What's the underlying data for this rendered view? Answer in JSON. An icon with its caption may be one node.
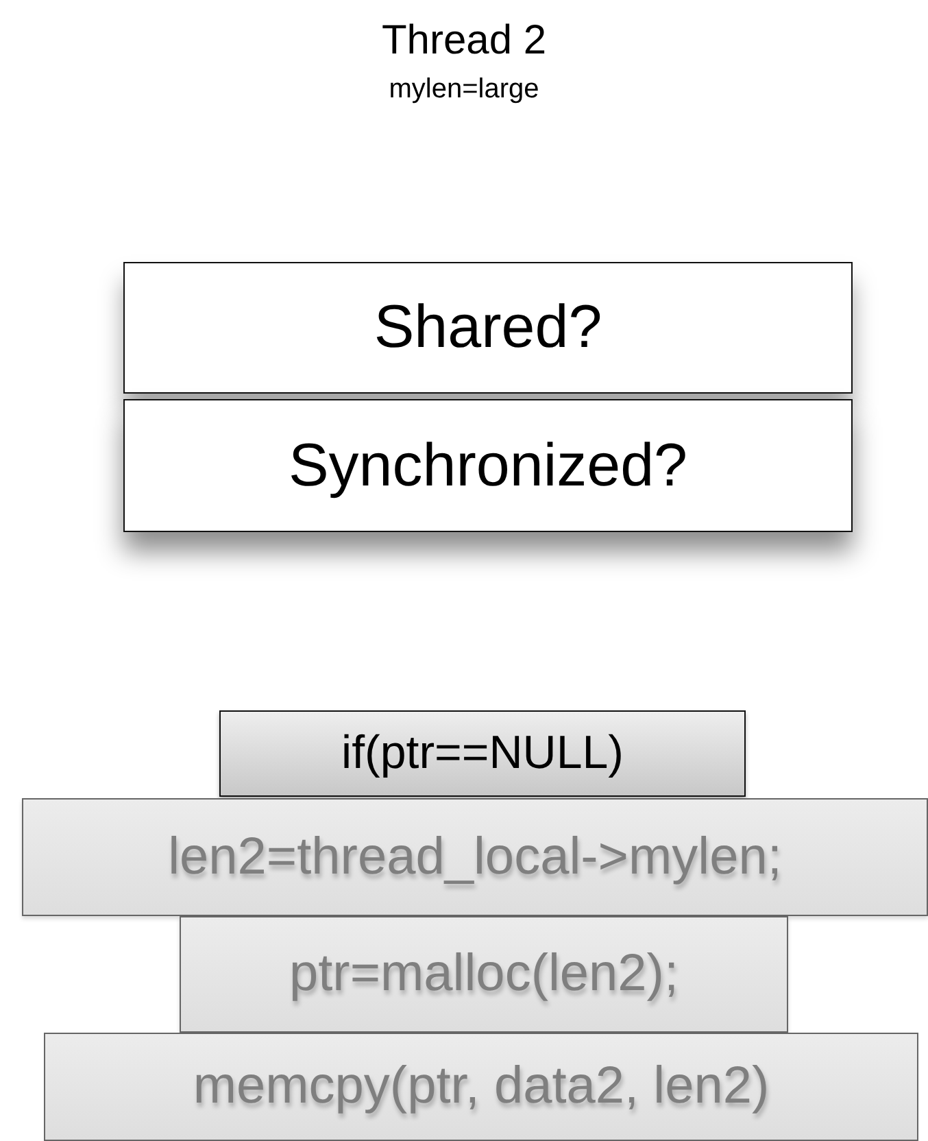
{
  "diagram": {
    "title": "Thread 2",
    "nodes": [
      {
        "text": [
          "Shared?"
        ]
      },
      {
        "text": [
          "Synchronized?"
        ]
      },
      {
        "text": [
          "if(ptr==NULL)"
        ]
      },
      {
        "text": [
          "len2=thread_local->mylen;"
        ]
      },
      {
        "text": [
          "ptr=malloc(len2);"
        ]
      },
      {
        "text": [
          "memcpy(ptr, data2, len2)"
        ]
      }
    ],
    "labels": [
      "mylen=large"
    ]
  }
}
